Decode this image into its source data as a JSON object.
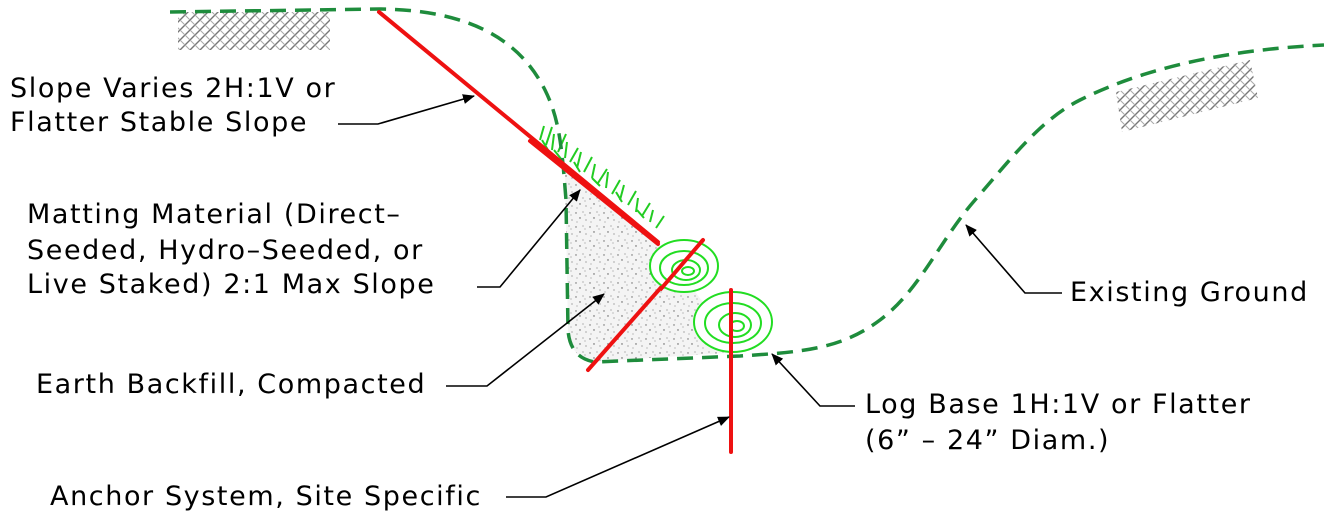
{
  "labels": {
    "slope_line1": "Slope Varies 2H:1V or",
    "slope_line2": "Flatter Stable Slope",
    "matting_line1": "Matting Material (Direct–",
    "matting_line2": "Seeded, Hydro–Seeded, or",
    "matting_line3": "Live Staked) 2:1 Max Slope",
    "backfill": "Earth Backfill, Compacted",
    "anchor": "Anchor System, Site Specific",
    "existing_ground": "Existing Ground",
    "log_line1": "Log Base 1H:1V or Flatter",
    "log_line2": "(6” – 24” Diam.)"
  },
  "colors": {
    "ground_line": "#1e8c3c",
    "stake_line": "#ee1111",
    "log_outline": "#22dd22",
    "grass": "#22cc22",
    "leader": "#000000"
  }
}
